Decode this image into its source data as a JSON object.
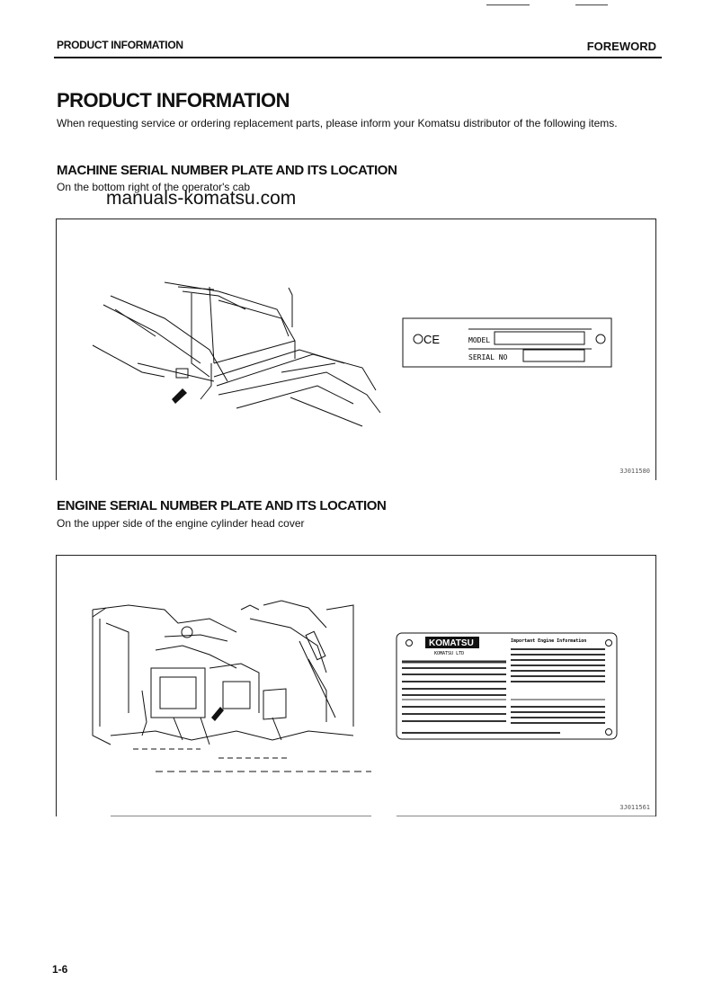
{
  "header": {
    "section": "PRODUCT INFORMATION",
    "chapter": "FOREWORD"
  },
  "title": "PRODUCT INFORMATION",
  "intro": "When requesting service or ordering replacement parts, please inform your Komatsu distributor of the following items.",
  "watermark": "manuals-komatsu.com",
  "machine_section": {
    "heading": "MACHINE SERIAL NUMBER PLATE AND ITS LOCATION",
    "subtitle": "On the bottom right of the operator's cab",
    "plate": {
      "model_label": "MODEL",
      "serial_label": "SERIAL NO",
      "ce_mark": "CE"
    },
    "figure_id": "3J011580"
  },
  "engine_section": {
    "heading": "ENGINE SERIAL NUMBER PLATE AND ITS LOCATION",
    "subtitle": "On the upper side of the engine cylinder head cover",
    "plate": {
      "brand": "KOMATSU",
      "company": "KOMATSU LTD",
      "info_title": "Important Engine Information"
    },
    "figure_id": "3J011561"
  },
  "page_number": "1-6"
}
